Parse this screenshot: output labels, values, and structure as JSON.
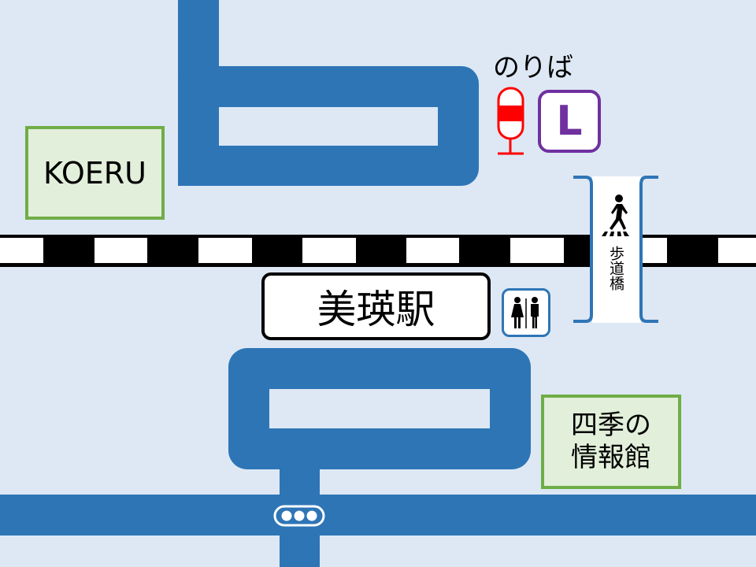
{
  "labels": {
    "koeru": "KOERU",
    "station": "美瑛駅",
    "shiki_line1": "四季の",
    "shiki_line2": "情報館",
    "noriba": "のりば",
    "bus_stop_letter": "L",
    "footbridge": "歩道橋"
  },
  "colors": {
    "road": "#2e75b6",
    "background": "#dde8f4",
    "facility_border": "#70ad47",
    "facility_fill": "#e2efda",
    "bus_stop": "#ff0000",
    "stop_letter": "#7030a0"
  },
  "icons": [
    "bus-stop-icon",
    "pedestrian-icon",
    "restroom-icon",
    "traffic-light-icon"
  ]
}
